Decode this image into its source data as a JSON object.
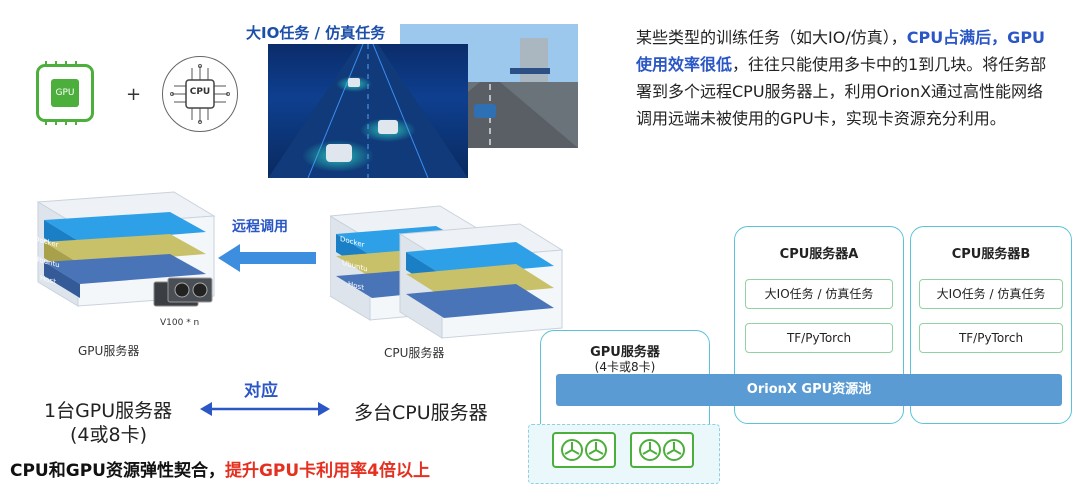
{
  "icons": {
    "gpu_chip_text": "GPU",
    "cpu_chip_text": "CPU",
    "plus": "+"
  },
  "scene": {
    "title": "大IO任务 / 仿真任务"
  },
  "description": {
    "part1": "某些类型的训练任务（如大IO/仿真），",
    "highlight": "CPU占满后，GPU使用效率很低",
    "part2": "，往往只能使用多卡中的1到几块。将任务部署到多个远程CPU服务器上，利用OrionX通过高性能网络调用远端未被使用的GPU卡，实现卡资源充分利用。"
  },
  "left_diagram": {
    "docker_label": "Docker",
    "ubuntu_label": "Ubuntu",
    "host_label": "Host",
    "gpu_count_label": "V100 * n",
    "gpu_server_label": "GPU服务器",
    "cpu_server_label": "CPU服务器",
    "remote_call_label": "远程调用"
  },
  "correspondence": {
    "label": "对应",
    "left_line1": "1台GPU服务器",
    "left_line2": "(4或8卡)",
    "right": "多台CPU服务器"
  },
  "bottom": {
    "black_text": "CPU和GPU资源弹性契合，",
    "red_text": "提升GPU卡利用率4倍以上"
  },
  "right_diagram": {
    "gpu_server_title": "GPU服务器",
    "gpu_server_subtitle": "(4卡或8卡)",
    "cpu_a": {
      "title": "CPU服务器A",
      "task": "大IO任务 / 仿真任务",
      "framework": "TF/PyTorch"
    },
    "cpu_b": {
      "title": "CPU服务器B",
      "task": "大IO任务 / 仿真任务",
      "framework": "TF/PyTorch"
    },
    "pool_label": "OrionX GPU资源池"
  },
  "colors": {
    "accent_blue": "#2a56c6",
    "highlight_red": "#e53020",
    "gpu_green": "#4caf3b",
    "pool_blue": "#5a9bd4",
    "box_border": "#5bc3d9"
  }
}
